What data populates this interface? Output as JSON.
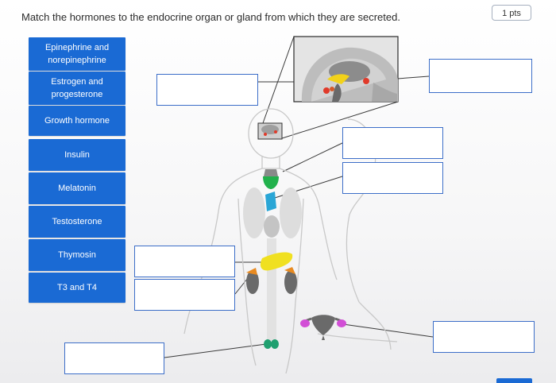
{
  "question": {
    "text": "Match the hormones to the endocrine organ or gland from which they are secreted.",
    "points": "1 pts"
  },
  "hormones": [
    {
      "label": "Epinephrine and norepinephrine"
    },
    {
      "label": "Estrogen and progesterone"
    },
    {
      "label": "Growth hormone"
    },
    {
      "label": "Insulin"
    },
    {
      "label": "Melatonin"
    },
    {
      "label": "Testosterone"
    },
    {
      "label": "Thymosin"
    },
    {
      "label": "T3 and T4"
    }
  ],
  "drop_targets": [
    {
      "target": "Brain inset left (pineal)"
    },
    {
      "target": "Brain inset right (pituitary)"
    },
    {
      "target": "Neck upper (thyroid)"
    },
    {
      "target": "Chest (thymus)"
    },
    {
      "target": "Abdomen upper (pancreas)"
    },
    {
      "target": "Abdomen lower (adrenal)"
    },
    {
      "target": "Testes"
    },
    {
      "target": "Ovaries"
    }
  ],
  "colors": {
    "hormone_tile": "#1a6ad4",
    "dropbox_border": "#3c6ec8",
    "hypothalamus": "#f2d21a",
    "pineal": "#e03a2a",
    "thyroid": "#22b14c",
    "thymus": "#2aa6d6",
    "pancreas": "#f0e020",
    "adrenal": "#e88a20",
    "ovaries": "#d24fd6",
    "testes": "#20a070"
  }
}
